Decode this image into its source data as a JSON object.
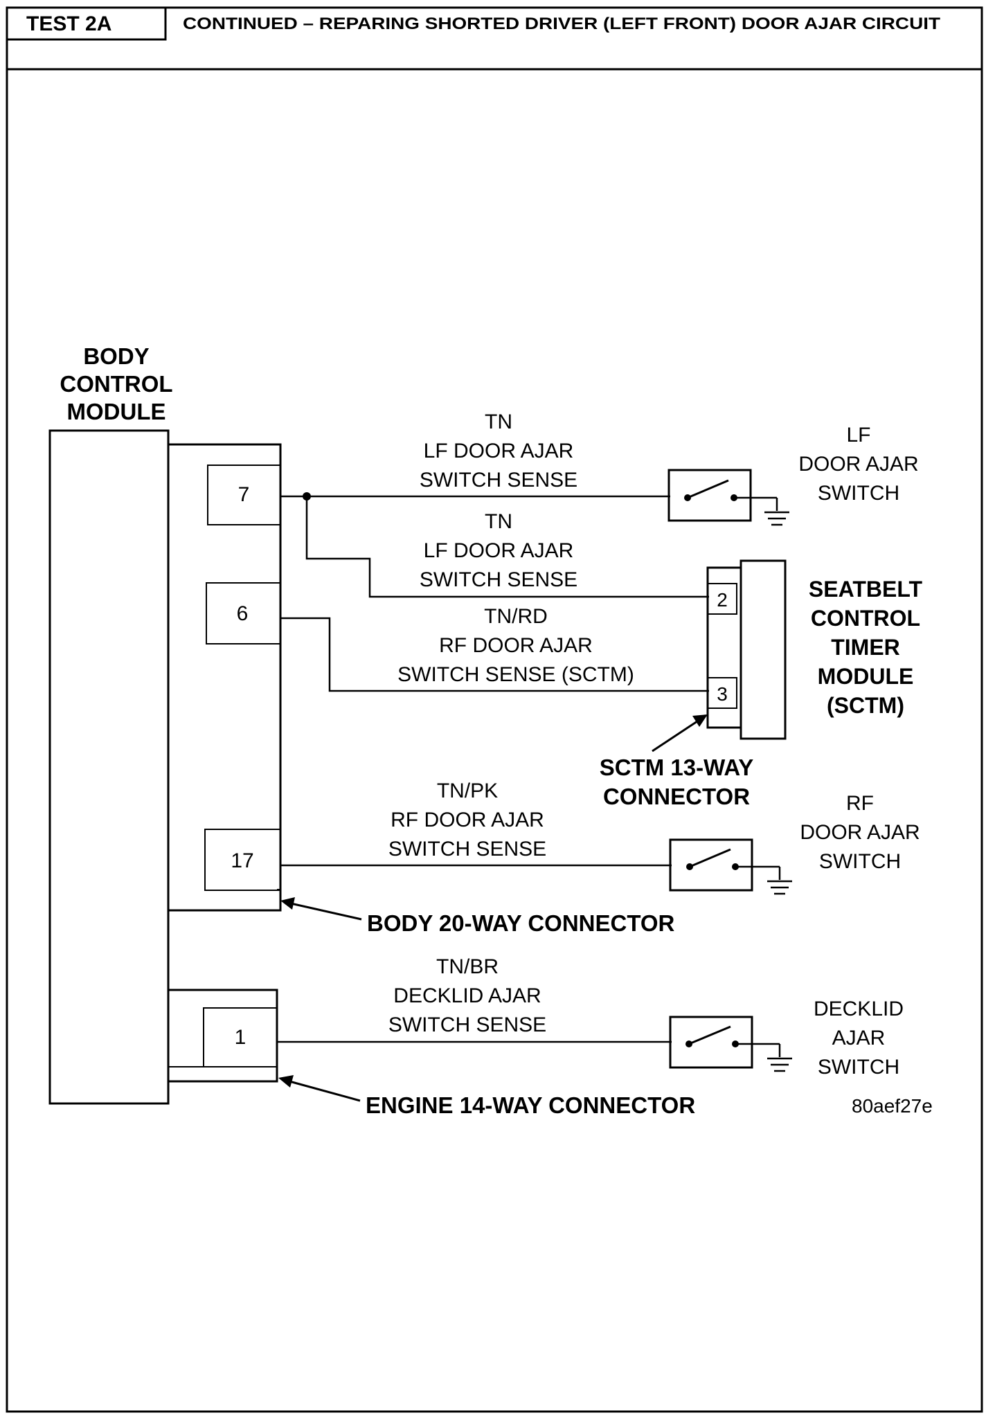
{
  "header": {
    "test_id": "TEST 2A",
    "title": "CONTINUED – REPARING SHORTED DRIVER (LEFT FRONT) DOOR AJAR CIRCUIT"
  },
  "bcm": {
    "label_lines": [
      "BODY",
      "CONTROL",
      "MODULE"
    ],
    "pins": {
      "p7": "7",
      "p6": "6",
      "p17": "17",
      "p1": "1"
    }
  },
  "wires": {
    "w1": [
      "TN",
      "LF DOOR AJAR",
      "SWITCH SENSE"
    ],
    "w2": [
      "TN",
      "LF DOOR AJAR",
      "SWITCH SENSE"
    ],
    "w3": [
      "TN/RD",
      "RF DOOR AJAR",
      "SWITCH SENSE (SCTM)"
    ],
    "w4": [
      "TN/PK",
      "RF DOOR AJAR",
      "SWITCH SENSE"
    ],
    "w5": [
      "TN/BR",
      "DECKLID AJAR",
      "SWITCH SENSE"
    ]
  },
  "switches": {
    "lf": [
      "LF",
      "DOOR AJAR",
      "SWITCH"
    ],
    "rf": [
      "RF",
      "DOOR AJAR",
      "SWITCH"
    ],
    "decklid": [
      "DECKLID",
      "AJAR",
      "SWITCH"
    ]
  },
  "sctm": {
    "label_lines": [
      "SEATBELT",
      "CONTROL",
      "TIMER",
      "MODULE",
      "(SCTM)"
    ],
    "pins": {
      "p2": "2",
      "p3": "3"
    },
    "connector_lines": [
      "SCTM 13-WAY",
      "CONNECTOR"
    ]
  },
  "connectors": {
    "body": "BODY 20-WAY CONNECTOR",
    "engine": "ENGINE 14-WAY CONNECTOR"
  },
  "figure_id": "80aef27e"
}
